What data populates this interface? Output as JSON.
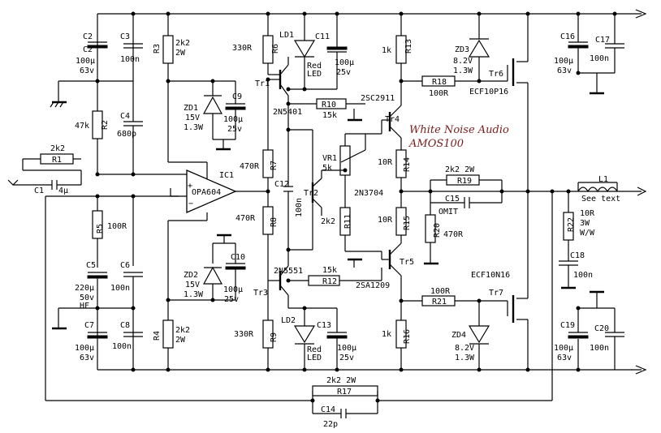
{
  "title": {
    "line1": "White Noise Audio",
    "line2": "AMOS100"
  },
  "rails": {
    "gnd_labels": [
      "63v",
      "63v"
    ]
  },
  "components": {
    "C2": {
      "ref": "C2",
      "value": "100µ",
      "rating": "63v"
    },
    "C3": {
      "ref": "C3",
      "value": "100n"
    },
    "R3": {
      "ref": "R3",
      "value": "2k2",
      "rating": "2W"
    },
    "R6": {
      "ref": "R6",
      "value": "330R"
    },
    "LD1": {
      "ref": "LD1",
      "value": "Red",
      "rating": "LED"
    },
    "C11": {
      "ref": "C11",
      "value": "100µ",
      "rating": "25v"
    },
    "R13": {
      "ref": "R13",
      "value": "1k"
    },
    "ZD3": {
      "ref": "ZD3",
      "value": "8.2V",
      "rating": "1.3W"
    },
    "Tr6": {
      "ref": "Tr6",
      "part": "ECF10P16"
    },
    "C16": {
      "ref": "C16",
      "value": "100µ",
      "rating": "63v"
    },
    "C17": {
      "ref": "C17",
      "value": "100n"
    },
    "R18": {
      "ref": "R18",
      "value": "100R"
    },
    "Tr1": {
      "ref": "Tr1",
      "part": "2N5401"
    },
    "R10": {
      "ref": "R10",
      "value": "15k"
    },
    "Tr4": {
      "ref": "Tr4",
      "part": "2SC2911"
    },
    "ZD1": {
      "ref": "ZD1",
      "value": "15V",
      "rating": "1.3W"
    },
    "C9": {
      "ref": "C9",
      "value": "100µ",
      "rating": "25v"
    },
    "R2": {
      "ref": "R2",
      "value": "47k"
    },
    "C4": {
      "ref": "C4",
      "value": "680p"
    },
    "R1": {
      "ref": "R1",
      "value": "2k2"
    },
    "C1": {
      "ref": "C1",
      "value": "4µ"
    },
    "IC1": {
      "ref": "IC1",
      "part": "OPA604"
    },
    "R7": {
      "ref": "R7",
      "value": "470R"
    },
    "C12": {
      "ref": "C12",
      "value": "100n"
    },
    "Tr2": {
      "ref": "Tr2",
      "part": "2N3704"
    },
    "VR1": {
      "ref": "VR1",
      "value": "5k"
    },
    "R14": {
      "ref": "R14",
      "value": "10R"
    },
    "R19": {
      "ref": "R19",
      "value": "2k2 2W"
    },
    "C15": {
      "ref": "C15",
      "value": "OMIT"
    },
    "L1": {
      "ref": "L1",
      "value": "See text"
    },
    "R22": {
      "ref": "R22",
      "value": "10R",
      "rating": "3W",
      "note": "W/W"
    },
    "R5": {
      "ref": "R5",
      "value": "100R"
    },
    "R8": {
      "ref": "R8",
      "value": "470R"
    },
    "R11": {
      "ref": "R11",
      "value": "2k2"
    },
    "R15": {
      "ref": "R15",
      "value": "10R"
    },
    "R20": {
      "ref": "R20",
      "value": "470R"
    },
    "C5": {
      "ref": "C5",
      "value": "220µ",
      "rating": "50v",
      "note": "HF"
    },
    "C6": {
      "ref": "C6",
      "value": "100n"
    },
    "ZD2": {
      "ref": "ZD2",
      "value": "15V",
      "rating": "1.3W"
    },
    "C10": {
      "ref": "C10",
      "value": "100µ",
      "rating": "25v"
    },
    "Tr3": {
      "ref": "Tr3",
      "part": "2N5551"
    },
    "R12": {
      "ref": "R12",
      "value": "15k"
    },
    "Tr5": {
      "ref": "Tr5",
      "part": "2SA1209"
    },
    "C18": {
      "ref": "C18",
      "value": "100n"
    },
    "C7": {
      "ref": "C7",
      "value": "100µ",
      "rating": "63v"
    },
    "C8": {
      "ref": "C8",
      "value": "100n"
    },
    "R4": {
      "ref": "R4",
      "value": "2k2",
      "rating": "2W"
    },
    "R9": {
      "ref": "R9",
      "value": "330R"
    },
    "LD2": {
      "ref": "LD2",
      "value": "Red",
      "rating": "LED"
    },
    "C13": {
      "ref": "C13",
      "value": "100µ",
      "rating": "25v"
    },
    "R16": {
      "ref": "R16",
      "value": "1k"
    },
    "R21": {
      "ref": "R21",
      "value": "100R"
    },
    "Tr7": {
      "ref": "Tr7",
      "part": "ECF10N16"
    },
    "ZD4": {
      "ref": "ZD4",
      "value": "8.2V",
      "rating": "1.3W"
    },
    "C19": {
      "ref": "C19",
      "value": "100µ",
      "rating": "63v"
    },
    "C20": {
      "ref": "C20",
      "value": "100n"
    },
    "R17": {
      "ref": "R17",
      "value": "2k2 2W"
    },
    "C14": {
      "ref": "C14",
      "value": "22p"
    }
  },
  "icons": [
    "input-arrow-icon",
    "output-arrow-icon",
    "supply-arrow-icon",
    "ground-icon"
  ]
}
